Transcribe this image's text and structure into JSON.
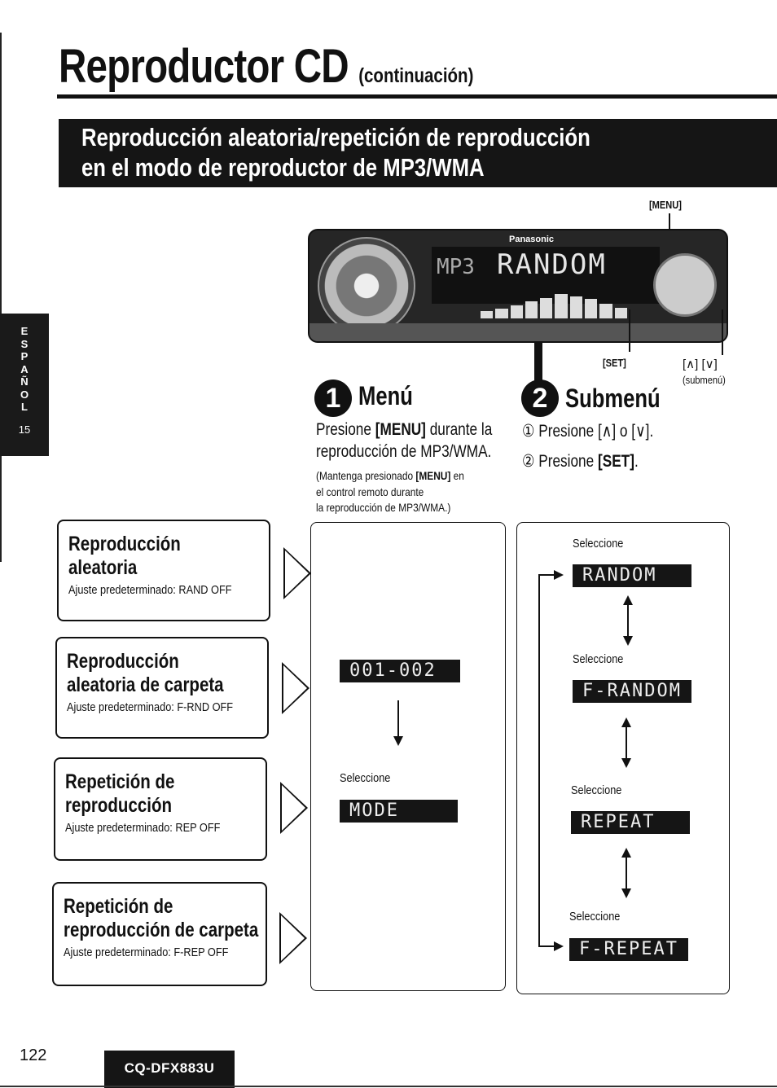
{
  "header": {
    "title": "Reproductor CD",
    "subtitle": "(continuación)"
  },
  "banner": {
    "line1": "Reproducción aleatoria/repetición de reproducción",
    "line2": "en el modo de reproductor de MP3/WMA"
  },
  "side_tab": {
    "letters": [
      "E",
      "S",
      "P",
      "A",
      "Ñ",
      "O",
      "L"
    ],
    "number": "15"
  },
  "device": {
    "brand": "Panasonic",
    "display_left": "MP3",
    "display_main": "RANDOM",
    "labels": {
      "menu": "[MENU]",
      "set": "[SET]",
      "updown": "[∧] [∨]",
      "submenu": "(submenú)"
    }
  },
  "step1": {
    "number": "1",
    "title": "Menú",
    "line1_a": "Presione ",
    "line1_key": "[MENU]",
    "line1_b": " durante la",
    "line2": "reproducción de MP3/WMA.",
    "note1_a": "(Mantenga presionado ",
    "note1_key": "[MENU]",
    "note1_b": " en",
    "note2": "el control remoto durante",
    "note3": "la reproducción de MP3/WMA.)"
  },
  "step2": {
    "number": "2",
    "title": "Submenú",
    "line1": "① Presione [∧] o [∨].",
    "line2_a": "② Presione ",
    "line2_key": "[SET]",
    "line2_b": "."
  },
  "modes": [
    {
      "title1": "Reproducción",
      "title2": "aleatoria",
      "default": "Ajuste predeterminado: RAND OFF"
    },
    {
      "title1": "Reproducción",
      "title2": "aleatoria de carpeta",
      "default": "Ajuste predeterminado: F-RND OFF"
    },
    {
      "title1": "Repetición de",
      "title2": "reproducción",
      "default": "Ajuste predeterminado: REP OFF"
    },
    {
      "title1": "Repetición de",
      "title2": "reproducción de carpeta",
      "default": "Ajuste predeterminado: F-REP OFF"
    }
  ],
  "menu_panel": {
    "track_display": "001-002",
    "select_label": "Seleccione",
    "mode_display": "MODE"
  },
  "submenu_panel": {
    "items": [
      {
        "select_label": "Seleccione",
        "display": "RANDOM"
      },
      {
        "select_label": "Seleccione",
        "display": "F-RANDOM"
      },
      {
        "select_label": "Seleccione",
        "display": "REPEAT"
      },
      {
        "select_label": "Seleccione",
        "display": "F-REPEAT"
      }
    ]
  },
  "footer": {
    "page_number": "122",
    "model": "CQ-DFX883U"
  }
}
